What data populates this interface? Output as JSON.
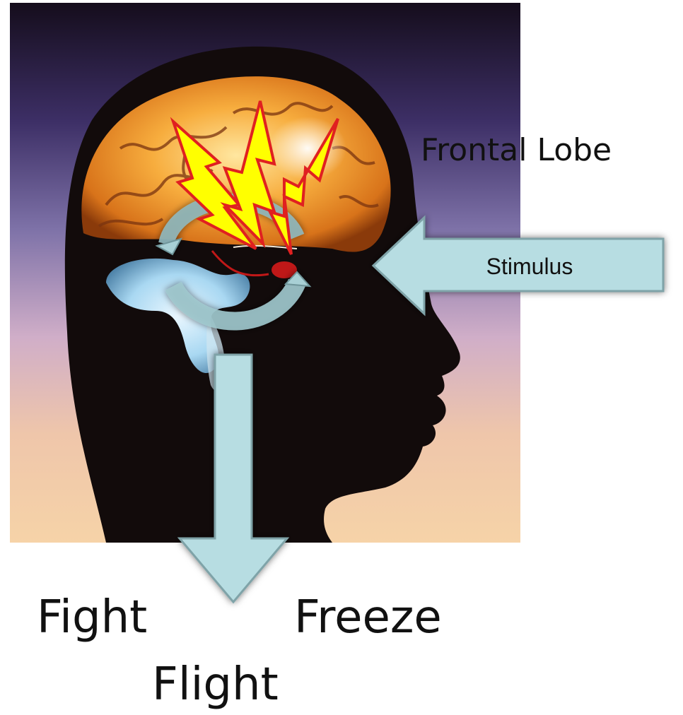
{
  "labels": {
    "frontal_lobe": "Frontal Lobe",
    "stimulus": "Stimulus",
    "fight": "Fight",
    "freeze": "Freeze",
    "flight": "Flight"
  },
  "colors": {
    "arrow_fill": "#b7dde2",
    "arrow_stroke": "#7fa3a8",
    "lightning_fill": "#ffff00",
    "lightning_stroke": "#e02020",
    "brain_orange": "#f0a030",
    "limbic_blue": "#bfe3f3",
    "amygdala_red": "#c01818"
  }
}
